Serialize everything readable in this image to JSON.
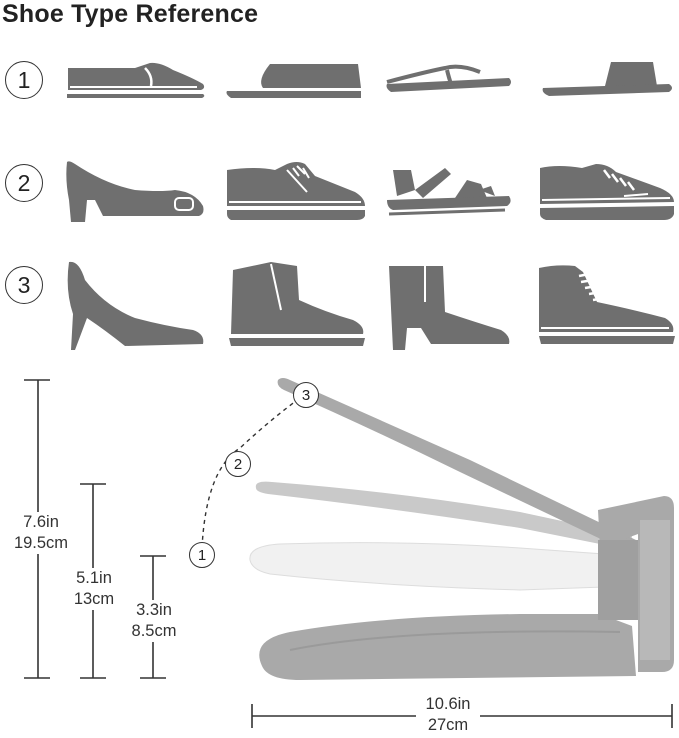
{
  "title": "Shoe Type Reference",
  "rows": [
    {
      "number": "1",
      "shoes": [
        "slip-on-loafer-icon",
        "slipper-icon",
        "flip-flop-icon",
        "slide-sandal-icon"
      ]
    },
    {
      "number": "2",
      "shoes": [
        "low-heel-pump-icon",
        "oxford-shoe-icon",
        "sport-sandal-icon",
        "sneaker-icon"
      ]
    },
    {
      "number": "3",
      "shoes": [
        "high-heel-pump-icon",
        "snow-boot-icon",
        "ankle-boot-icon",
        "high-top-sneaker-icon"
      ]
    }
  ],
  "heights": [
    {
      "inches": "7.6in",
      "cm": "19.5cm"
    },
    {
      "inches": "5.1in",
      "cm": "13cm"
    },
    {
      "inches": "3.3in",
      "cm": "8.5cm"
    }
  ],
  "length": {
    "inches": "10.6in",
    "cm": "27cm"
  },
  "levels": [
    "1",
    "2",
    "3"
  ],
  "colors": {
    "icon": "#6f6f6f",
    "product": "#a9a9a9",
    "outline": "#333333"
  }
}
